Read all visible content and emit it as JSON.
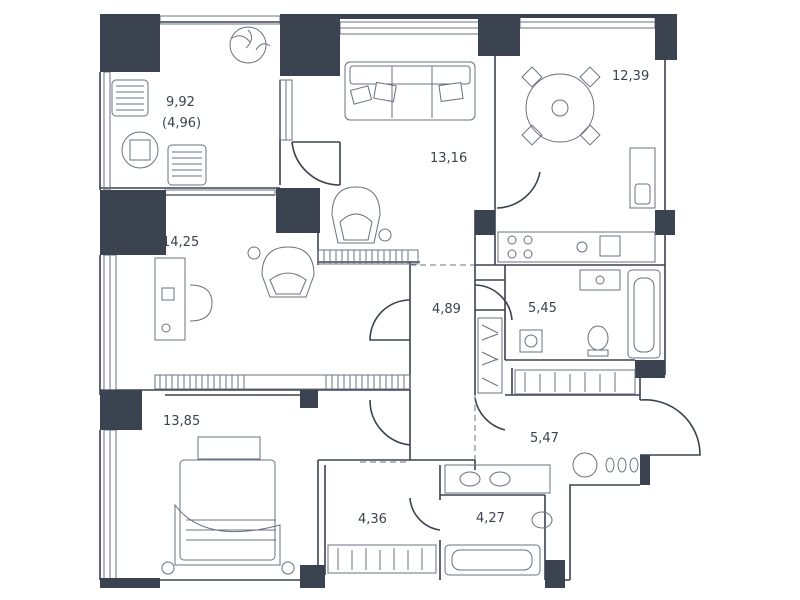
{
  "rooms": {
    "balcony": {
      "area": "9,92",
      "reduced_area": "(4,96)"
    },
    "living": {
      "area": "13,16"
    },
    "kitchen": {
      "area": "12,39"
    },
    "study": {
      "area": "14,25"
    },
    "hall": {
      "area": "4,89"
    },
    "bath1": {
      "area": "5,45"
    },
    "bedroom": {
      "area": "13,85"
    },
    "entry": {
      "area": "5,47"
    },
    "closet": {
      "area": "4,36"
    },
    "bath2": {
      "area": "4,27"
    }
  },
  "colors": {
    "wall": "#3b4250",
    "furniture": "#6a7080",
    "background": "#ffffff"
  }
}
